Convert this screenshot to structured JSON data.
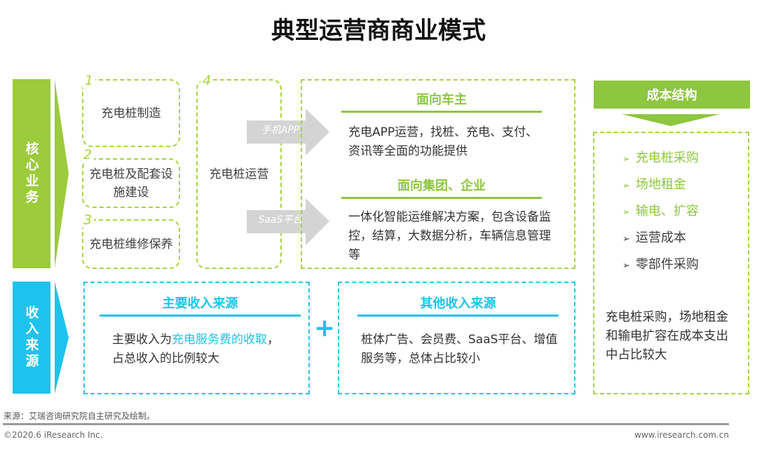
{
  "title": "典型运营商商业模式",
  "core": {
    "label": "核心业务",
    "boxes": [
      {
        "num": "1",
        "text": "充电桩制造"
      },
      {
        "num": "2",
        "text": "充电桩及配套设施建设"
      },
      {
        "num": "3",
        "text": "充电桩维修保养"
      },
      {
        "num": "4",
        "text": "充电桩运营"
      }
    ],
    "arrows": [
      "手机APP",
      "SaaS平台"
    ],
    "sections": [
      {
        "heading": "面向车主",
        "text": "充电APP运营，找桩、充电、支付、资讯等全面的功能提供"
      },
      {
        "heading": "面向集团、企业",
        "text": "一体化智能运维解决方案，包含设备监控，结算，大数据分析，车辆信息管理等"
      }
    ]
  },
  "income": {
    "label": "收入来源",
    "main": {
      "heading": "主要收入来源",
      "text_pre": "主要收入为",
      "text_highlight": "充电服务费的收取",
      "text_post": "，占总收入的比例较大"
    },
    "plus": "+",
    "other": {
      "heading": "其他收入来源",
      "text": "桩体广告、会员费、SaaS平台、增值服务等，总体占比较小"
    }
  },
  "cost": {
    "heading": "成本结构",
    "items": [
      {
        "text": "充电桩采购",
        "highlight": true
      },
      {
        "text": "场地租金",
        "highlight": true
      },
      {
        "text": "输电、扩容",
        "highlight": true
      },
      {
        "text": "运营成本",
        "highlight": false
      },
      {
        "text": "零部件采购",
        "highlight": false
      }
    ],
    "bullet": "➢",
    "summary": "充电桩采购，场地租金和输电扩容在成本支出中占比较大"
  },
  "footer": {
    "source": "来源：艾瑞咨询研究院自主研究及绘制。",
    "copyright": "©2020.6 iResearch Inc.",
    "website": "www.iresearch.com.cn"
  },
  "colors": {
    "green": "#8dc63f",
    "lime": "#a8d43c",
    "cyan": "#1dc3ee",
    "gray_arrow": "#d4d4d4"
  }
}
